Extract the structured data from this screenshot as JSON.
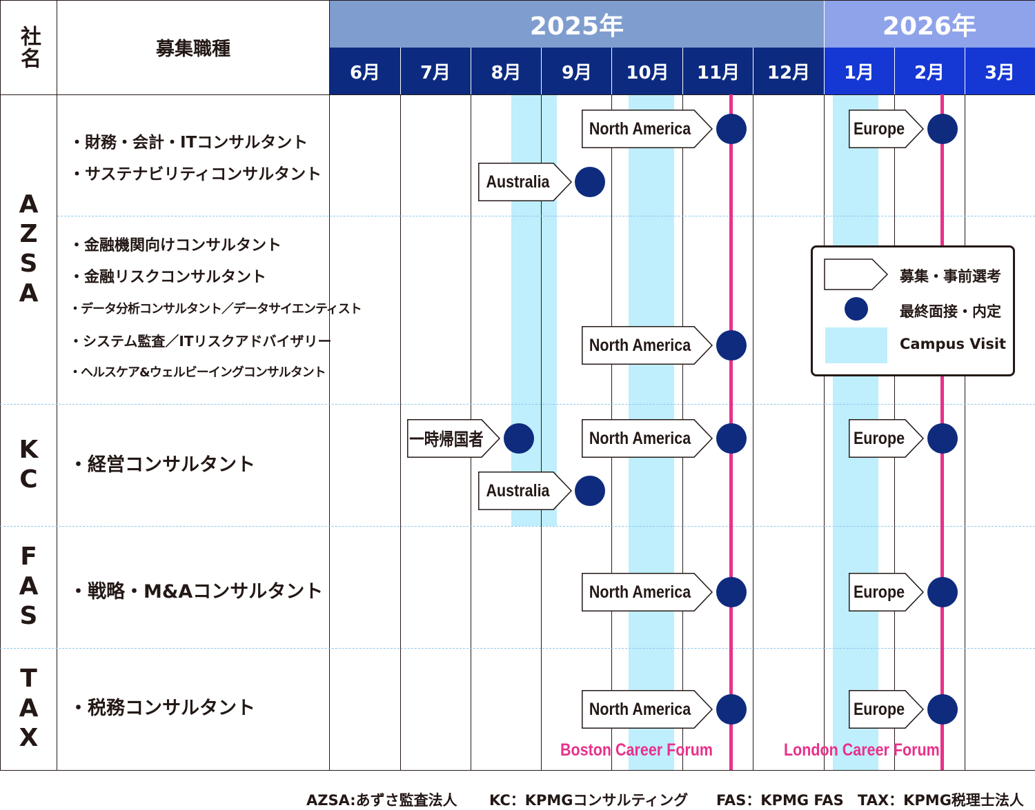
{
  "header": {
    "company_label": "社名",
    "roles_label": "募集職種",
    "years": [
      {
        "label": "2025年",
        "color": "#7f9ecf"
      },
      {
        "label": "2026年",
        "color": "#8fa3ea"
      }
    ],
    "months": [
      "6月",
      "7月",
      "8月",
      "9月",
      "10月",
      "11月",
      "12月",
      "1月",
      "2月",
      "3月"
    ],
    "month_colors": {
      "2025": "#0c2b80",
      "2026": "#1537d4"
    }
  },
  "companies": [
    {
      "label": "AZSA",
      "sections": [
        {
          "roles": [
            "・財務・会計・ITコンサルタント",
            "・サステナビリティコンサルタント"
          ]
        },
        {
          "roles": [
            "・金融機関向けコンサルタント",
            "・金融リスクコンサルタント",
            "・データ分析コンサルタント／データサイエンティスト",
            "・システム監査／ITリスクアドバイザリー",
            "・ヘルスケア&ウェルビーイングコンサルタント"
          ]
        }
      ]
    },
    {
      "label": "KC",
      "sections": [
        {
          "roles": [
            "・経営コンサルタント"
          ]
        }
      ]
    },
    {
      "label": "FAS",
      "sections": [
        {
          "roles": [
            "・戦略・M&Aコンサルタント"
          ]
        }
      ]
    },
    {
      "label": "TAX",
      "sections": [
        {
          "roles": [
            "・税務コンサルタント"
          ]
        }
      ]
    }
  ],
  "events": [
    {
      "label": "North America",
      "row": 0,
      "lane": 0,
      "start_month": "10月",
      "end_month": "11月"
    },
    {
      "label": "Europe",
      "row": 0,
      "lane": 0,
      "start_month": "1月",
      "end_month": "2月"
    },
    {
      "label": "Australia",
      "row": 0,
      "lane": 1,
      "start_month": "8月",
      "end_month": "9月"
    },
    {
      "label": "North America",
      "row": 1,
      "lane": 0,
      "start_month": "10月",
      "end_month": "11月"
    },
    {
      "label": "一時帰国者",
      "row": 2,
      "lane": 0,
      "start_month": "7月",
      "end_month": "8月"
    },
    {
      "label": "North America",
      "row": 2,
      "lane": 0,
      "start_month": "10月",
      "end_month": "11月"
    },
    {
      "label": "Europe",
      "row": 2,
      "lane": 0,
      "start_month": "1月",
      "end_month": "2月"
    },
    {
      "label": "Australia",
      "row": 2,
      "lane": 1,
      "start_month": "8月",
      "end_month": "9月"
    },
    {
      "label": "North America",
      "row": 3,
      "lane": 0,
      "start_month": "10月",
      "end_month": "11月"
    },
    {
      "label": "Europe",
      "row": 3,
      "lane": 0,
      "start_month": "1月",
      "end_month": "2月"
    },
    {
      "label": "North America",
      "row": 4,
      "lane": 0,
      "start_month": "10月",
      "end_month": "11月"
    },
    {
      "label": "Europe",
      "row": 4,
      "lane": 0,
      "start_month": "1月",
      "end_month": "2月"
    }
  ],
  "campus_visits": [
    {
      "month": "8月",
      "rows": [
        0,
        1,
        2
      ]
    },
    {
      "month": "10月",
      "rows": [
        0,
        1,
        2,
        3,
        4
      ]
    },
    {
      "month": "1月",
      "rows": [
        0,
        1,
        2,
        3,
        4
      ]
    }
  ],
  "forums": [
    {
      "label": "Boston Career Forum",
      "month": "11月"
    },
    {
      "label": "London Career Forum",
      "month": "2月"
    }
  ],
  "legend": {
    "application": "募集・事前選考",
    "final_interview": "最終面接・内定",
    "campus_visit": "Campus Visit"
  },
  "colors": {
    "border": "#231815",
    "dashed_divider": "#8cc6ec",
    "campus_visit": "#bfeefc",
    "final_dot": "#0e2b7e",
    "forum_line": "#e8318a"
  },
  "footnote": [
    "AZSA:あずさ監査法人",
    "KC：KPMGコンサルティング",
    "FAS：KPMG FAS",
    "TAX：KPMG税理士法人"
  ]
}
